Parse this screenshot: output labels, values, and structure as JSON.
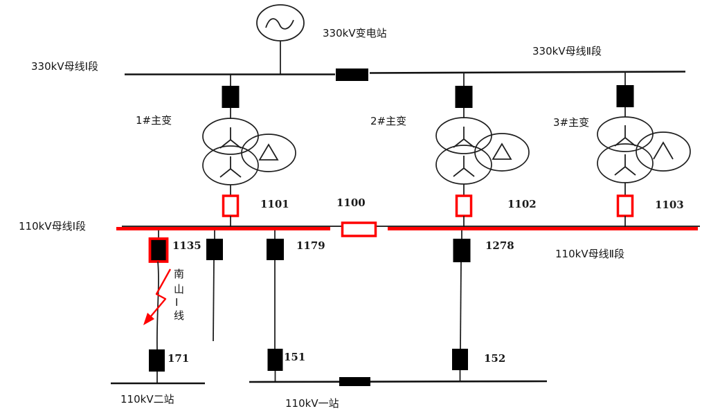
{
  "diagram": {
    "station_title": "330kV变电站",
    "colors": {
      "highlight": "#ff0000",
      "line": "#000000"
    },
    "bus_labels": {
      "bus330_1": "330kV母线Ⅰ段",
      "bus330_2": "330kV母线Ⅱ段",
      "bus110_1": "110kV母线Ⅰ段",
      "bus110_2": "110kV母线Ⅱ段"
    },
    "transformer_labels": {
      "t1": "1#主变",
      "t2": "2#主变",
      "t3": "3#主变"
    },
    "breaker_labels": {
      "b1101": "1101",
      "b1100": "1100",
      "b1102": "1102",
      "b1103": "1103",
      "b1135": "1135",
      "b1179": "1179",
      "b1278": "1278",
      "b171": "171",
      "b151": "151",
      "b152": "152"
    },
    "feeder_line": {
      "name": "南山Ⅰ线",
      "chars": [
        "南",
        "山",
        "Ⅰ",
        "线"
      ]
    },
    "stations": {
      "station2": "110kV二站",
      "station1": "110kV一站"
    }
  }
}
